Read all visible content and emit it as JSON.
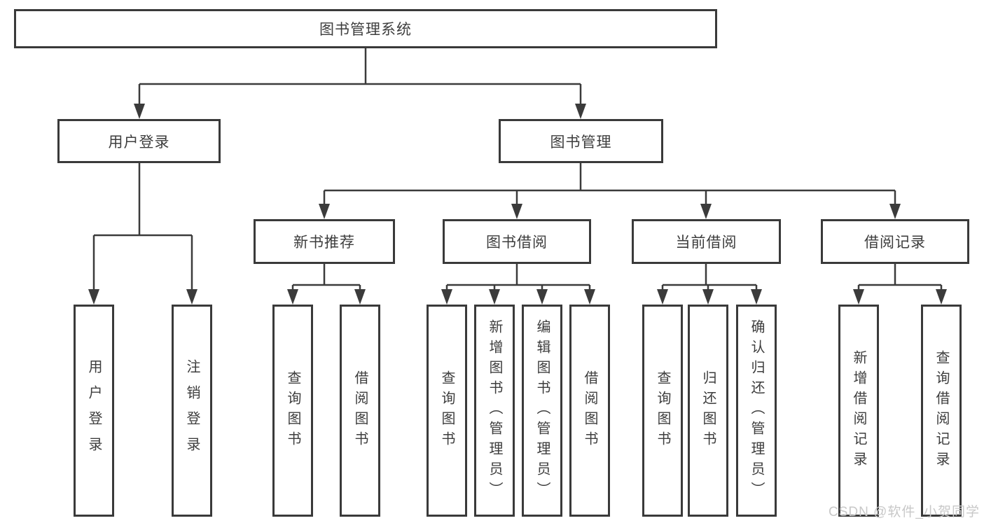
{
  "diagram": {
    "title": "图书管理系统",
    "children": [
      {
        "label": "用户登录",
        "children": [
          {
            "label": "用户登录"
          },
          {
            "label": "注销登录"
          }
        ]
      },
      {
        "label": "图书管理",
        "children": [
          {
            "label": "新书推荐",
            "children": [
              {
                "label": "查询图书"
              },
              {
                "label": "借阅图书"
              }
            ]
          },
          {
            "label": "图书借阅",
            "children": [
              {
                "label": "查询图书"
              },
              {
                "label": "新增图书（管理员）"
              },
              {
                "label": "编辑图书（管理员）"
              },
              {
                "label": "借阅图书"
              }
            ]
          },
          {
            "label": "当前借阅",
            "children": [
              {
                "label": "查询图书"
              },
              {
                "label": "归还图书"
              },
              {
                "label": "确认归还（管理员）"
              }
            ]
          },
          {
            "label": "借阅记录",
            "children": [
              {
                "label": "新增借阅记录"
              },
              {
                "label": "查询借阅记录"
              }
            ]
          }
        ]
      }
    ]
  },
  "watermark": {
    "text": "CSDN @软件_小贺同学"
  },
  "colors": {
    "line": "#3b3b3b",
    "box_border": "#3a3a3a",
    "text": "#3d3d3d",
    "watermark": "#c8c8c8",
    "background": "#ffffff"
  }
}
